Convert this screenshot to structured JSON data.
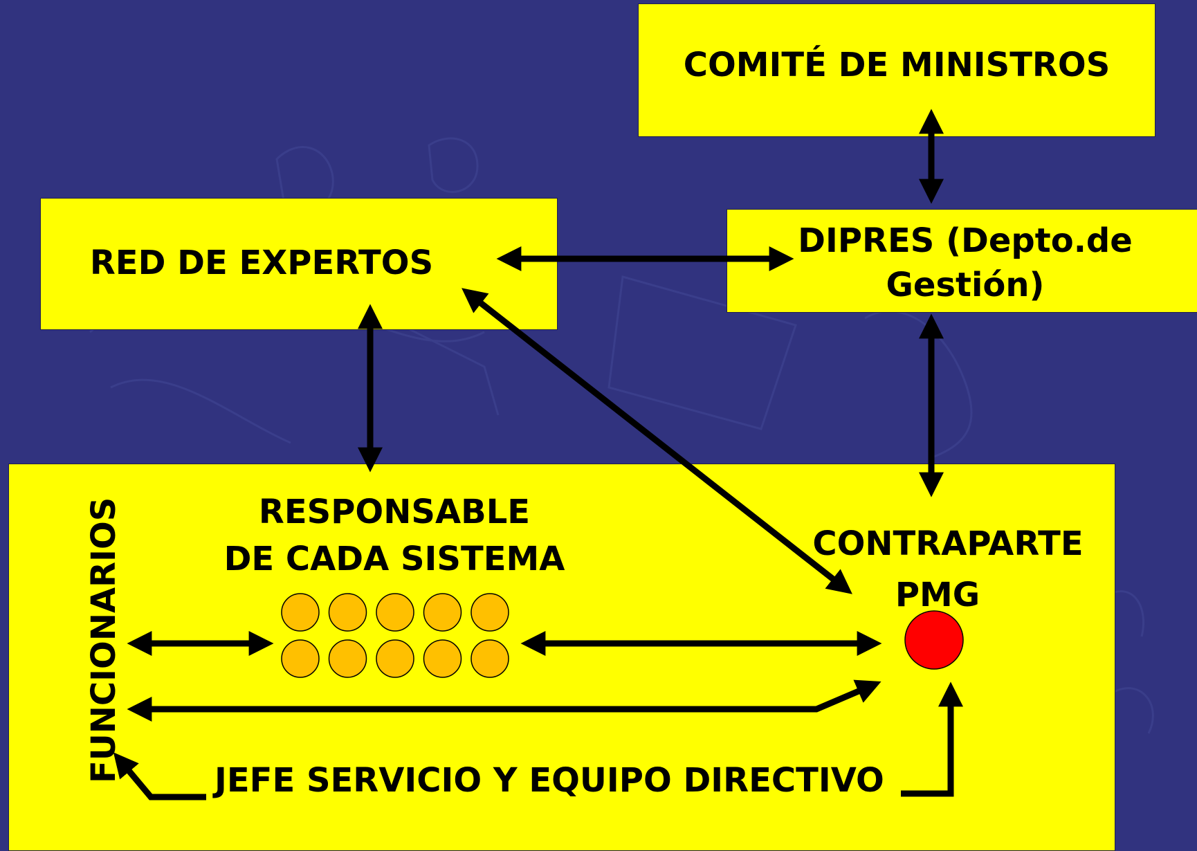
{
  "slide": {
    "background_color": "#31337f",
    "box_color": "#ffff00"
  },
  "nodes": {
    "comite": {
      "label": "COMITÉ DE MINISTROS"
    },
    "dipres": {
      "line1": "DIPRES (Depto.de",
      "line2": "Gestión)"
    },
    "red_expertos": {
      "label": "RED DE EXPERTOS"
    },
    "responsable": {
      "line1": "RESPONSABLE",
      "line2": "DE CADA SISTEMA"
    },
    "contraparte": {
      "line1": "CONTRAPARTE",
      "line2": "PMG"
    },
    "funcionarios": {
      "label": "FUNCIONARIOS"
    },
    "jefe": {
      "label": "JEFE SERVICIO Y EQUIPO DIRECTIVO"
    }
  },
  "responsable_circles": {
    "count": 10,
    "color": "#ffc000"
  },
  "contraparte_circle": {
    "color": "#ff0000"
  }
}
